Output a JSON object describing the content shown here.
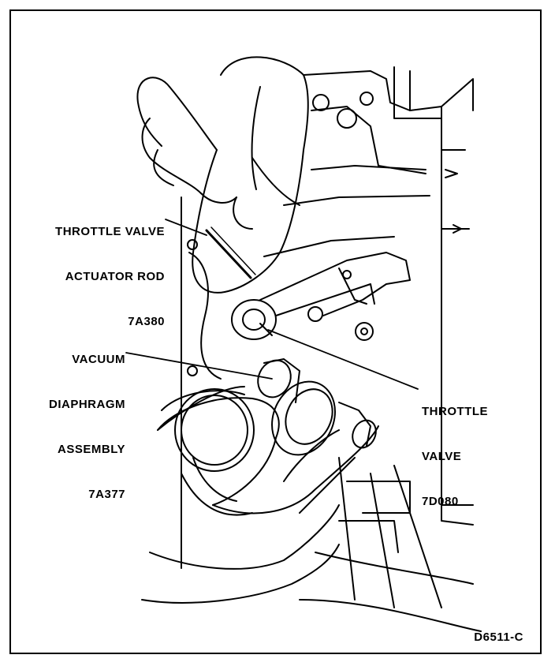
{
  "callouts": {
    "actuator_rod": {
      "line1": "THROTTLE VALVE",
      "line2": "ACTUATOR ROD",
      "part": "7A380"
    },
    "vacuum_diaphragm": {
      "line1": "VACUUM",
      "line2": "DIAPHRAGM",
      "line3": "ASSEMBLY",
      "part": "7A377"
    },
    "throttle_valve": {
      "line1": "THROTTLE",
      "line2": "VALVE",
      "part": "7D080"
    }
  },
  "figure_id": "D6511-C"
}
